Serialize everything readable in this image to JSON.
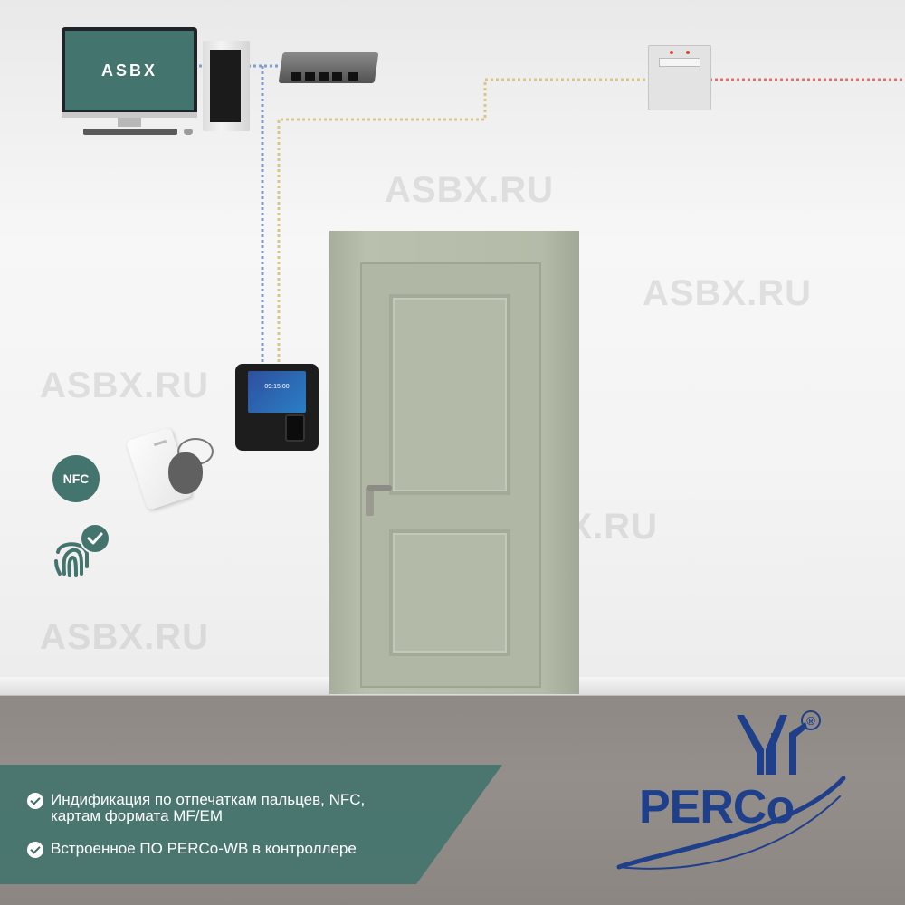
{
  "monitor": {
    "screen_text": "ASBX"
  },
  "terminal": {
    "screen_time": "09:15:00"
  },
  "nfc_badge": {
    "text": "NFC"
  },
  "watermarks": [
    "ASBX.RU",
    "ASBX.RU",
    "ASBX.RU",
    "ASBX.RU",
    "ASBX.RU"
  ],
  "features": [
    "Индификация по отпечаткам пальцев, NFC,\nкартам формата MF/EM",
    "Встроенное ПО PERCo-WB в контроллере"
  ],
  "logo": {
    "text": "PERCo",
    "registered": "®"
  },
  "colors": {
    "accent": "#44746e",
    "logo_blue": "#1f3f8a",
    "cable_blue": "#7f9ec9",
    "cable_yellow": "#d8c58a",
    "cable_red": "#e0706c"
  }
}
